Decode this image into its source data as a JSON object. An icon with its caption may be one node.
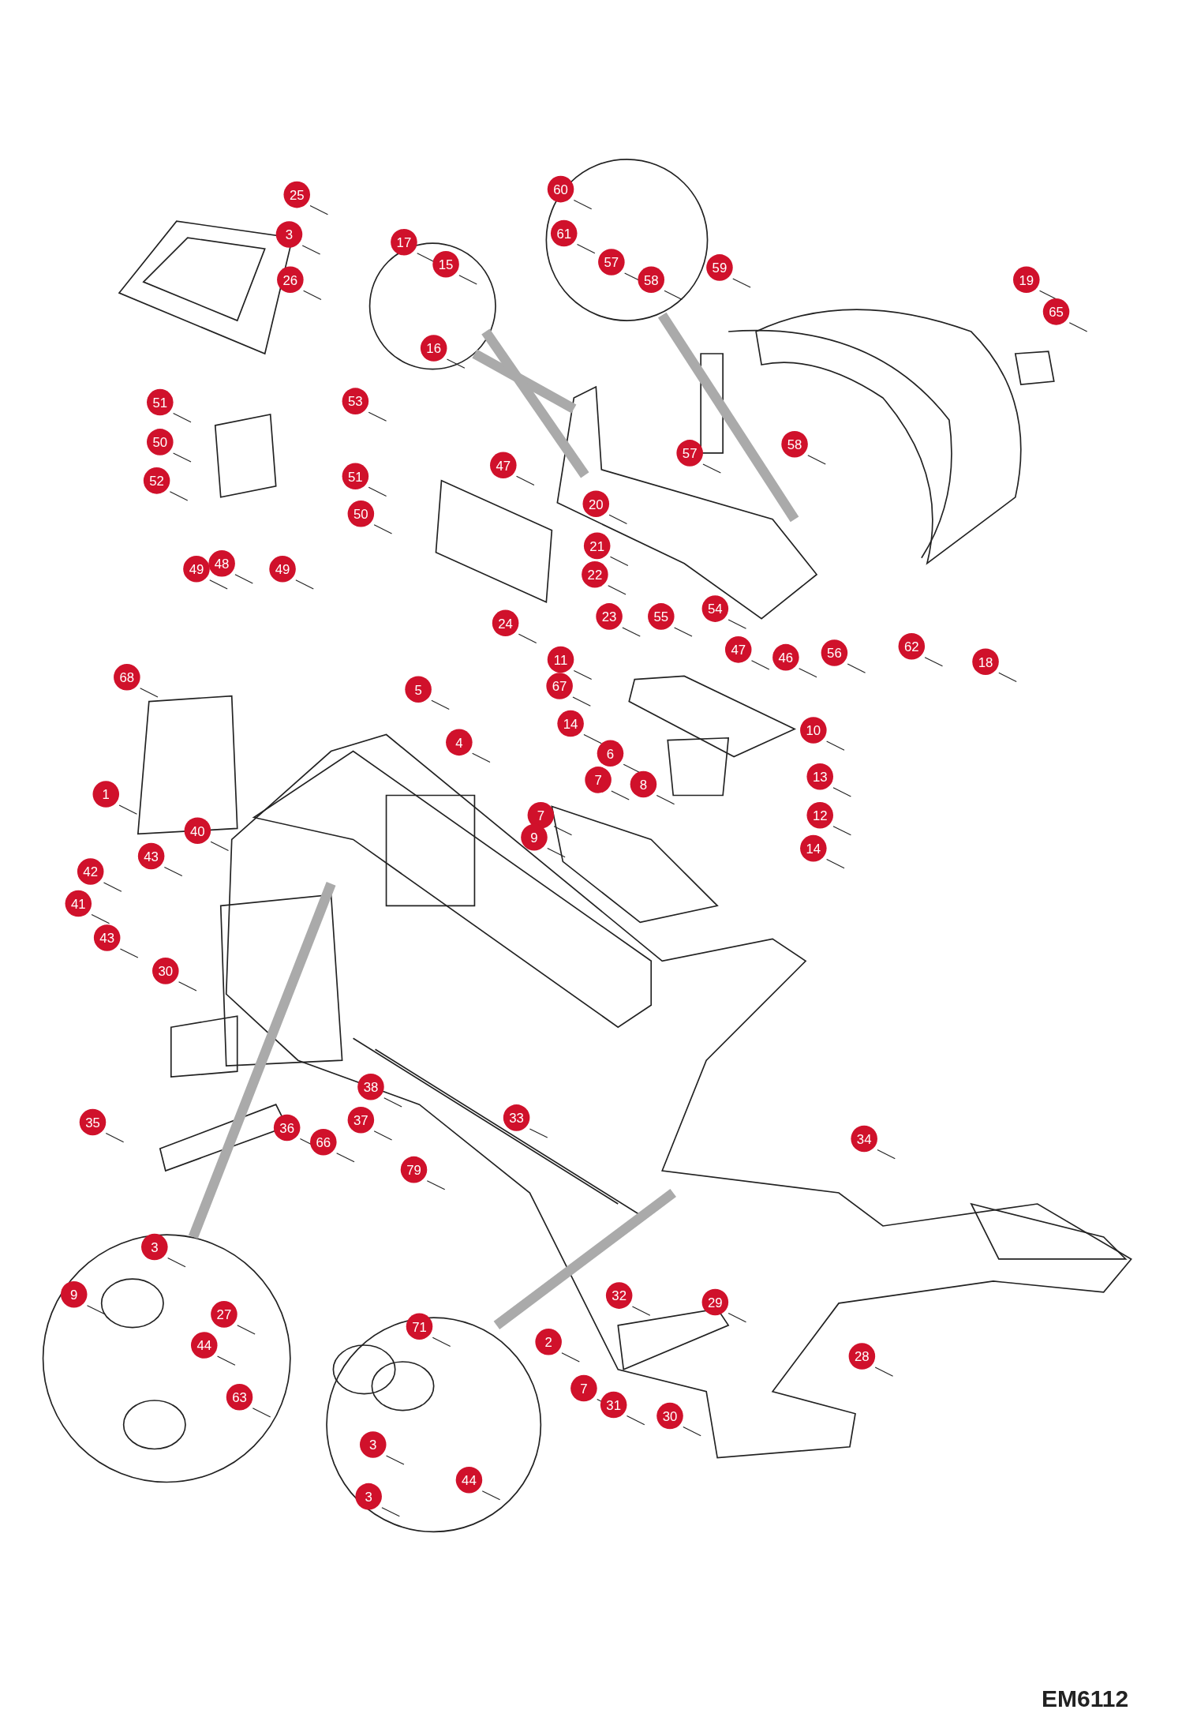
{
  "diagram": {
    "labels": [
      "60",
      "17",
      "25",
      "3",
      "15",
      "61",
      "57",
      "58",
      "59",
      "19",
      "65",
      "26",
      "16",
      "51",
      "53",
      "50",
      "52",
      "47",
      "57",
      "58",
      "51",
      "20",
      "50",
      "21",
      "49",
      "48",
      "49",
      "22",
      "23",
      "24",
      "55",
      "54",
      "47",
      "46",
      "56",
      "62",
      "18",
      "11",
      "68",
      "67",
      "5",
      "14",
      "10",
      "4",
      "6",
      "7",
      "8",
      "13",
      "1",
      "12",
      "7",
      "40",
      "9",
      "14",
      "43",
      "42",
      "41",
      "43",
      "30",
      "38",
      "35",
      "33",
      "37",
      "36",
      "66",
      "34",
      "79",
      "3",
      "9",
      "27",
      "29",
      "32",
      "71",
      "44",
      "2",
      "28",
      "7",
      "63",
      "31",
      "30",
      "3",
      "44",
      "3",
      "EM6112"
    ]
  }
}
